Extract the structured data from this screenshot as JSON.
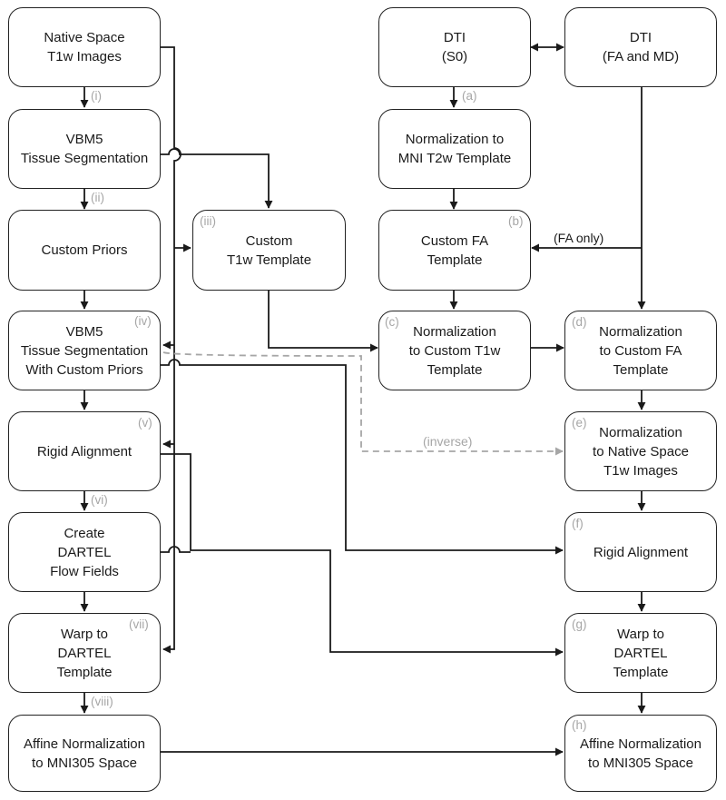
{
  "nodes": {
    "native": {
      "label": "Native Space\nT1w Images"
    },
    "vbm5_seg": {
      "label": "VBM5\nTissue Segmentation"
    },
    "priors": {
      "label": "Custom Priors"
    },
    "vbm5_custom": {
      "label": "VBM5\nTissue Segmentation\nWith Custom Priors"
    },
    "rigid_left": {
      "label": "Rigid Alignment"
    },
    "dartel_flow": {
      "label": "Create\nDARTEL\nFlow Fields"
    },
    "warp_left": {
      "label": "Warp to\nDARTEL\nTemplate"
    },
    "affine_left": {
      "label": "Affine Normalization\nto MNI305 Space"
    },
    "t1w_template": {
      "label": "Custom\nT1w Template"
    },
    "dti_s0": {
      "label": "DTI\n(S0)"
    },
    "dti_fa_md": {
      "label": "DTI\n(FA and MD)"
    },
    "norm_mni_t2w": {
      "label": "Normalization to\nMNI T2w Template"
    },
    "fa_template": {
      "label": "Custom FA\nTemplate"
    },
    "norm_custom_t1w": {
      "label": "Normalization\nto Custom T1w\nTemplate"
    },
    "norm_custom_fa": {
      "label": "Normalization\nto Custom FA\nTemplate"
    },
    "norm_native": {
      "label": "Normalization\nto Native Space\nT1w Images"
    },
    "rigid_right": {
      "label": "Rigid Alignment"
    },
    "warp_right": {
      "label": "Warp to\nDARTEL\nTemplate"
    },
    "affine_right": {
      "label": "Affine Normalization\nto MNI305 Space"
    }
  },
  "tags": {
    "i": "(i)",
    "ii": "(ii)",
    "iii": "(iii)",
    "iv": "(iv)",
    "v": "(v)",
    "vi": "(vi)",
    "vii": "(vii)",
    "viii": "(viii)",
    "a": "(a)",
    "b": "(b)",
    "c": "(c)",
    "d": "(d)",
    "e": "(e)",
    "f": "(f)",
    "g": "(g)",
    "h": "(h)"
  },
  "edge_labels": {
    "fa_only": "(FA only)",
    "inverse": "(inverse)"
  },
  "colors": {
    "line": "#1a1a1a",
    "dashed": "#a6a6a6",
    "tag": "#a6a6a6"
  }
}
